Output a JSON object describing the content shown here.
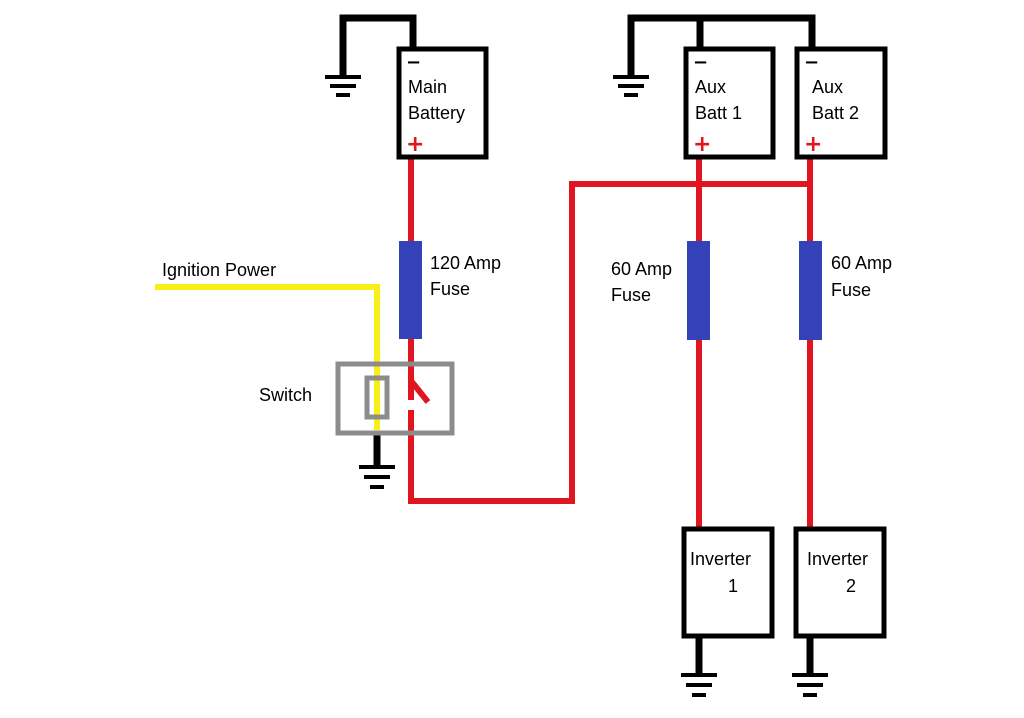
{
  "colors": {
    "positive_wire": "#e0151f",
    "ignition_wire": "#f7f016",
    "ground_wire": "#000000",
    "fuse": "#3442b8",
    "switch": "#8c8c8c",
    "box_outline": "#000000"
  },
  "batteries": {
    "main": {
      "line1": "Main",
      "line2": "Battery",
      "neg": "−",
      "pos": "+"
    },
    "aux1": {
      "line1": "Aux",
      "line2": "Batt 1",
      "neg": "−",
      "pos": "+"
    },
    "aux2": {
      "line1": "Aux",
      "line2": "Batt 2",
      "neg": "−",
      "pos": "+"
    }
  },
  "fuses": {
    "main": {
      "line1": "120 Amp",
      "line2": "Fuse"
    },
    "aux1": {
      "line1": "60 Amp",
      "line2": "Fuse"
    },
    "aux2": {
      "line1": "60 Amp",
      "line2": "Fuse"
    }
  },
  "inverters": {
    "inv1": {
      "line1": "Inverter",
      "line2": "1"
    },
    "inv2": {
      "line1": "Inverter",
      "line2": "2"
    }
  },
  "labels": {
    "ignition": "Ignition Power",
    "switch": "Switch"
  },
  "icons": [
    "ground-icon",
    "fuse-icon",
    "switch-icon",
    "battery-icon",
    "inverter-icon"
  ]
}
